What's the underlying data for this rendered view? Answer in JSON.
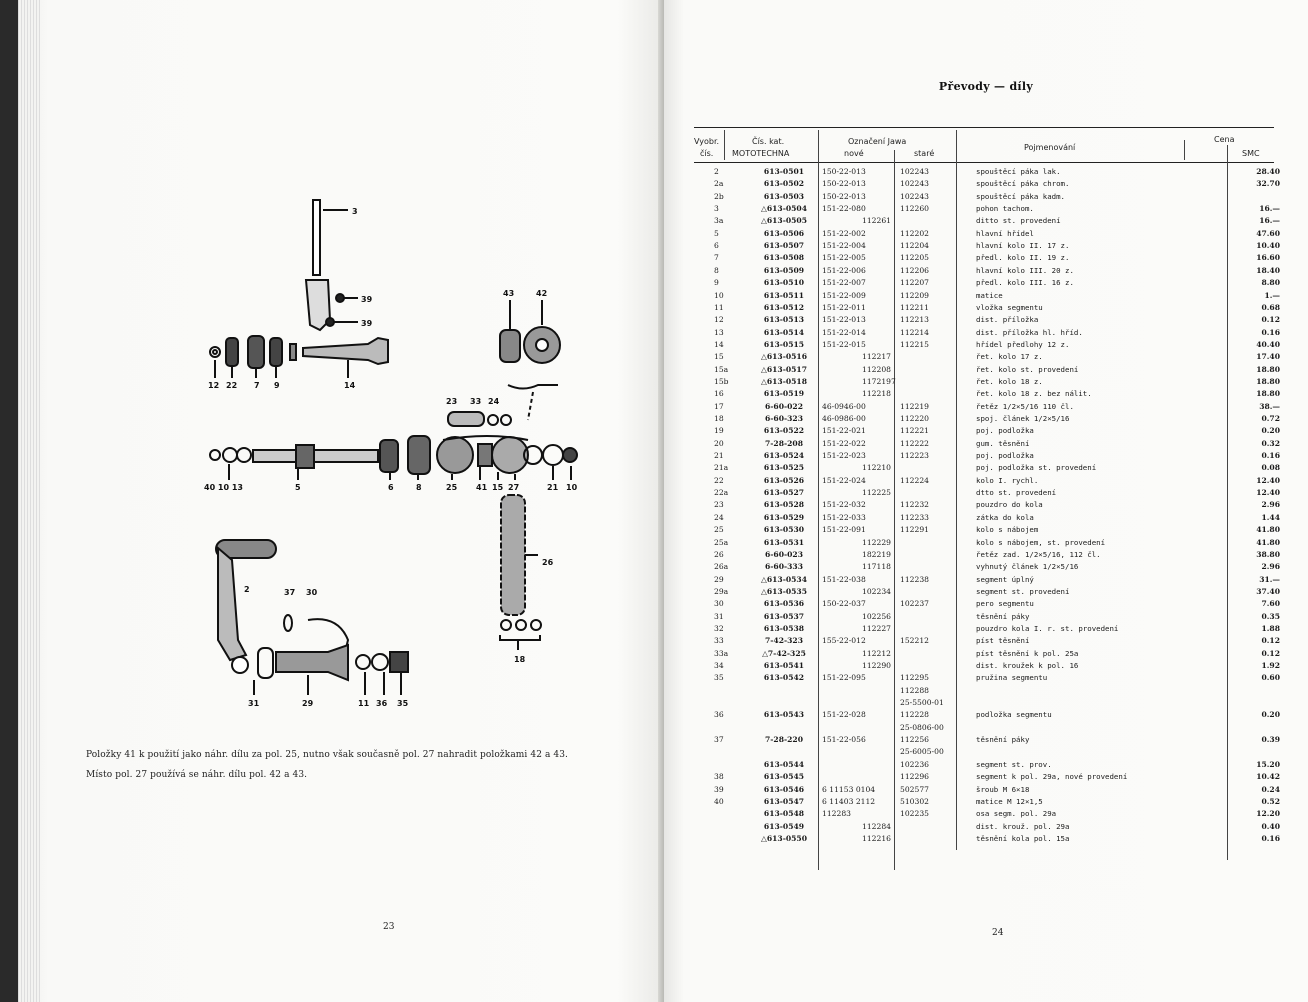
{
  "left": {
    "labels": [
      {
        "id": "lbl-3",
        "text": "3"
      },
      {
        "id": "lbl-39a",
        "text": "39"
      },
      {
        "id": "lbl-39b",
        "text": "39"
      },
      {
        "id": "lbl-43",
        "text": "43"
      },
      {
        "id": "lbl-42",
        "text": "42"
      },
      {
        "id": "lbl-12",
        "text": "12"
      },
      {
        "id": "lbl-22",
        "text": "22"
      },
      {
        "id": "lbl-7",
        "text": "7"
      },
      {
        "id": "lbl-9",
        "text": "9"
      },
      {
        "id": "lbl-14",
        "text": "14"
      },
      {
        "id": "lbl-23",
        "text": "23"
      },
      {
        "id": "lbl-33",
        "text": "33"
      },
      {
        "id": "lbl-24",
        "text": "24"
      },
      {
        "id": "lbl-40-10-13",
        "text": "40 10 13"
      },
      {
        "id": "lbl-5",
        "text": "5"
      },
      {
        "id": "lbl-6",
        "text": "6"
      },
      {
        "id": "lbl-8",
        "text": "8"
      },
      {
        "id": "lbl-25",
        "text": "25"
      },
      {
        "id": "lbl-41",
        "text": "41"
      },
      {
        "id": "lbl-15",
        "text": "15"
      },
      {
        "id": "lbl-27",
        "text": "27"
      },
      {
        "id": "lbl-21",
        "text": "21"
      },
      {
        "id": "lbl-10",
        "text": "10"
      },
      {
        "id": "lbl-26",
        "text": "26"
      },
      {
        "id": "lbl-18",
        "text": "18"
      },
      {
        "id": "lbl-2",
        "text": "2"
      },
      {
        "id": "lbl-37",
        "text": "37"
      },
      {
        "id": "lbl-30",
        "text": "30"
      },
      {
        "id": "lbl-31",
        "text": "31"
      },
      {
        "id": "lbl-29",
        "text": "29"
      },
      {
        "id": "lbl-11",
        "text": "11"
      },
      {
        "id": "lbl-36",
        "text": "36"
      },
      {
        "id": "lbl-35",
        "text": "35"
      }
    ],
    "note1": "Položky 41 k použití jako náhr. dílu za pol. 25, nutno však současně pol. 27 nahradit položkami 42 a 43.",
    "note2": "Místo pol. 27 používá se náhr. dílu pol. 42 a 43.",
    "page_number": "23"
  },
  "right": {
    "title": "Převody — díly",
    "headers": {
      "vybr1": "Vyobr.",
      "vybr2": "čís.",
      "cat1": "Čís. kat.",
      "cat2": "MOTOTECHNA",
      "jawa": "Označení Jawa",
      "nove": "nové",
      "stare": "staré",
      "name": "Pojmenování",
      "cena": "Cena",
      "smc": "SMC"
    },
    "rows": [
      {
        "vyb": "2",
        "cat": "613-0501",
        "nove": "150-22-013",
        "stare": "102243",
        "name": "spouštěcí páka lak.",
        "price": "28.40"
      },
      {
        "vyb": "2a",
        "cat": "613-0502",
        "nove": "150-22-013",
        "stare": "102243",
        "name": "spouštěcí páka chrom.",
        "price": "32.70"
      },
      {
        "vyb": "2b",
        "cat": "613-0503",
        "nove": "150-22-013",
        "stare": "102243",
        "name": "spouštěcí páka kadm.",
        "price": ""
      },
      {
        "vyb": "3",
        "cat": "△613-0504",
        "nove": "151-22-080",
        "stare": "112260",
        "name": "pohon tachom.",
        "price": "16.—"
      },
      {
        "vyb": "3a",
        "cat": "△613-0505",
        "full": "112261",
        "name": "ditto st. provedení",
        "price": "16.—"
      },
      {
        "vyb": "5",
        "cat": "613-0506",
        "nove": "151-22-002",
        "stare": "112202",
        "name": "hlavní hřídel",
        "price": "47.60"
      },
      {
        "vyb": "6",
        "cat": "613-0507",
        "nove": "151-22-004",
        "stare": "112204",
        "name": "hlavní kolo II. 17 z.",
        "price": "10.40"
      },
      {
        "vyb": "7",
        "cat": "613-0508",
        "nove": "151-22-005",
        "stare": "112205",
        "name": "předl. kolo II. 19 z.",
        "price": "16.60"
      },
      {
        "vyb": "8",
        "cat": "613-0509",
        "nove": "151-22-006",
        "stare": "112206",
        "name": "hlavní kolo III. 20 z.",
        "price": "18.40"
      },
      {
        "vyb": "9",
        "cat": "613-0510",
        "nove": "151-22-007",
        "stare": "112207",
        "name": "předl. kolo III. 16 z.",
        "price": "8.80"
      },
      {
        "vyb": "10",
        "cat": "613-0511",
        "nove": "151-22-009",
        "stare": "112209",
        "name": "matice",
        "price": "1.—"
      },
      {
        "vyb": "11",
        "cat": "613-0512",
        "nove": "151-22-011",
        "stare": "112211",
        "name": "vložka segmentu",
        "price": "0.68"
      },
      {
        "vyb": "12",
        "cat": "613-0513",
        "nove": "151-22-013",
        "stare": "112213",
        "name": "dist. příložka",
        "price": "0.12"
      },
      {
        "vyb": "13",
        "cat": "613-0514",
        "nove": "151-22-014",
        "stare": "112214",
        "name": "dist. příložka hl. hříd.",
        "price": "0.16"
      },
      {
        "vyb": "14",
        "cat": "613-0515",
        "nove": "151-22-015",
        "stare": "112215",
        "name": "hřídel předlohy 12 z.",
        "price": "40.40"
      },
      {
        "vyb": "15",
        "cat": "△613-0516",
        "full": "112217",
        "name": "řet. kolo 17 z.",
        "price": "17.40"
      },
      {
        "vyb": "15a",
        "cat": "△613-0517",
        "full": "112208",
        "name": "řet. kolo st. provedení",
        "price": "18.80"
      },
      {
        "vyb": "15b",
        "cat": "△613-0518",
        "full": "1172197",
        "name": "řet. kolo 18 z.",
        "price": "18.80"
      },
      {
        "vyb": "16",
        "cat": "613-0519",
        "full": "112218",
        "name": "řet. kolo 18 z. bez nálit.",
        "price": "18.80"
      },
      {
        "vyb": "17",
        "cat": "6-60-022",
        "nove": "46-0946-00",
        "stare": "112219",
        "name": "řetěz 1/2×5/16 110 čl.",
        "price": "38.—"
      },
      {
        "vyb": "18",
        "cat": "6-60-323",
        "nove": "46-0986-00",
        "stare": "112220",
        "name": "spoj. článek 1/2×5/16",
        "price": "0.72"
      },
      {
        "vyb": "19",
        "cat": "613-0522",
        "nove": "151-22-021",
        "stare": "112221",
        "name": "poj. podložka",
        "price": "0.20"
      },
      {
        "vyb": "20",
        "cat": "7-28-208",
        "nove": "151-22-022",
        "stare": "112222",
        "name": "gum. těsnění",
        "price": "0.32"
      },
      {
        "vyb": "21",
        "cat": "613-0524",
        "nove": "151-22-023",
        "stare": "112223",
        "name": "poj. podložka",
        "price": "0.16"
      },
      {
        "vyb": "21a",
        "cat": "613-0525",
        "full": "112210",
        "name": "poj. podložka st. provedení",
        "price": "0.08"
      },
      {
        "vyb": "22",
        "cat": "613-0526",
        "nove": "151-22-024",
        "stare": "112224",
        "name": "kolo I. rychl.",
        "price": "12.40"
      },
      {
        "vyb": "22a",
        "cat": "613-0527",
        "full": "112225",
        "name": "dtto st. provedení",
        "price": "12.40"
      },
      {
        "vyb": "23",
        "cat": "613-0528",
        "nove": "151-22-032",
        "stare": "112232",
        "name": "pouzdro do kola",
        "price": "2.96"
      },
      {
        "vyb": "24",
        "cat": "613-0529",
        "nove": "151-22-033",
        "stare": "112233",
        "name": "zátka do kola",
        "price": "1.44"
      },
      {
        "vyb": "25",
        "cat": "613-0530",
        "nove": "151-22-091",
        "stare": "112291",
        "name": "kolo s nábojem",
        "price": "41.80"
      },
      {
        "vyb": "25a",
        "cat": "613-0531",
        "full": "112229",
        "name": "kolo s nábojem, st. provedení",
        "price": "41.80"
      },
      {
        "vyb": "26",
        "cat": "6-60-023",
        "full": "182219",
        "name": "řetěz zad. 1/2×5/16, 112 čl.",
        "price": "38.80"
      },
      {
        "vyb": "26a",
        "cat": "6-60-333",
        "full": "117118",
        "name": "vyhnutý článek 1/2×5/16",
        "price": "2.96"
      },
      {
        "vyb": "29",
        "cat": "△613-0534",
        "nove": "151-22-038",
        "stare": "112238",
        "name": "segment úplný",
        "price": "31.—"
      },
      {
        "vyb": "29a",
        "cat": "△613-0535",
        "full": "102234",
        "name": "segment st. provedení",
        "price": "37.40"
      },
      {
        "vyb": "30",
        "cat": "613-0536",
        "nove": "150-22-037",
        "stare": "102237",
        "name": "pero segmentu",
        "price": "7.60"
      },
      {
        "vyb": "31",
        "cat": "613-0537",
        "full": "102256",
        "name": "těsnění páky",
        "price": "0.35"
      },
      {
        "vyb": "32",
        "cat": "613-0538",
        "full": "112227",
        "name": "pouzdro kola I. r. st. provedení",
        "price": "1.88"
      },
      {
        "vyb": "33",
        "cat": "7-42-323",
        "nove": "155-22-012",
        "stare": "152212",
        "name": "píst těsnění",
        "price": "0.12"
      },
      {
        "vyb": "33a",
        "cat": "△7-42-325",
        "full": "112212",
        "name": "píst těsnění k pol. 25a",
        "price": "0.12"
      },
      {
        "vyb": "34",
        "cat": "613-0541",
        "full": "112290",
        "name": "dist. kroužek k pol. 16",
        "price": "1.92"
      },
      {
        "vyb": "35",
        "cat": "613-0542",
        "nove": "151-22-095",
        "stare": "112295",
        "name": "pružina segmentu",
        "price": "0.60"
      },
      {
        "vyb": "",
        "cat": "",
        "stare": "112288",
        "name": "",
        "price": ""
      },
      {
        "vyb": "",
        "cat": "",
        "stare": "25-5500-01",
        "name": "",
        "price": ""
      },
      {
        "vyb": "36",
        "cat": "613-0543",
        "nove": "151-22-028",
        "stare": "112228",
        "name": "podložka segmentu",
        "price": "0.20"
      },
      {
        "vyb": "",
        "cat": "",
        "stare": "25-0806-00",
        "name": "",
        "price": ""
      },
      {
        "vyb": "37",
        "cat": "7-28-220",
        "nove": "151-22-056",
        "stare": "112256",
        "name": "těsnění páky",
        "price": "0.39"
      },
      {
        "vyb": "",
        "cat": "",
        "stare": "25-6005-00",
        "name": "",
        "price": ""
      },
      {
        "vyb": "",
        "cat": "613-0544",
        "stare": "102236",
        "name": "segment st. prov.",
        "price": "15.20"
      },
      {
        "vyb": "38",
        "cat": "613-0545",
        "stare": "112296",
        "name": "segment k pol. 29a, nové provedení",
        "price": "10.42"
      },
      {
        "vyb": "39",
        "cat": "613-0546",
        "nove": "6 11153 0104",
        "stare": "502577",
        "name": "šroub M 6×18",
        "price": "0.24"
      },
      {
        "vyb": "40",
        "cat": "613-0547",
        "nove": "6 11403 2112",
        "stare": "510302",
        "name": "matice M 12×1,5",
        "price": "0.52"
      },
      {
        "vyb": "",
        "cat": "613-0548",
        "nove": "112283",
        "stare": "102235",
        "name": "osa segm. pol. 29a",
        "price": "12.20"
      },
      {
        "vyb": "",
        "cat": "613-0549",
        "full": "112284",
        "name": "dist. krouž. pol. 29a",
        "price": "0.40"
      },
      {
        "vyb": "",
        "cat": "△613-0550",
        "full": "112216",
        "name": "těsnění kola pol. 15a",
        "price": "0.16"
      }
    ],
    "page_number": "24"
  }
}
